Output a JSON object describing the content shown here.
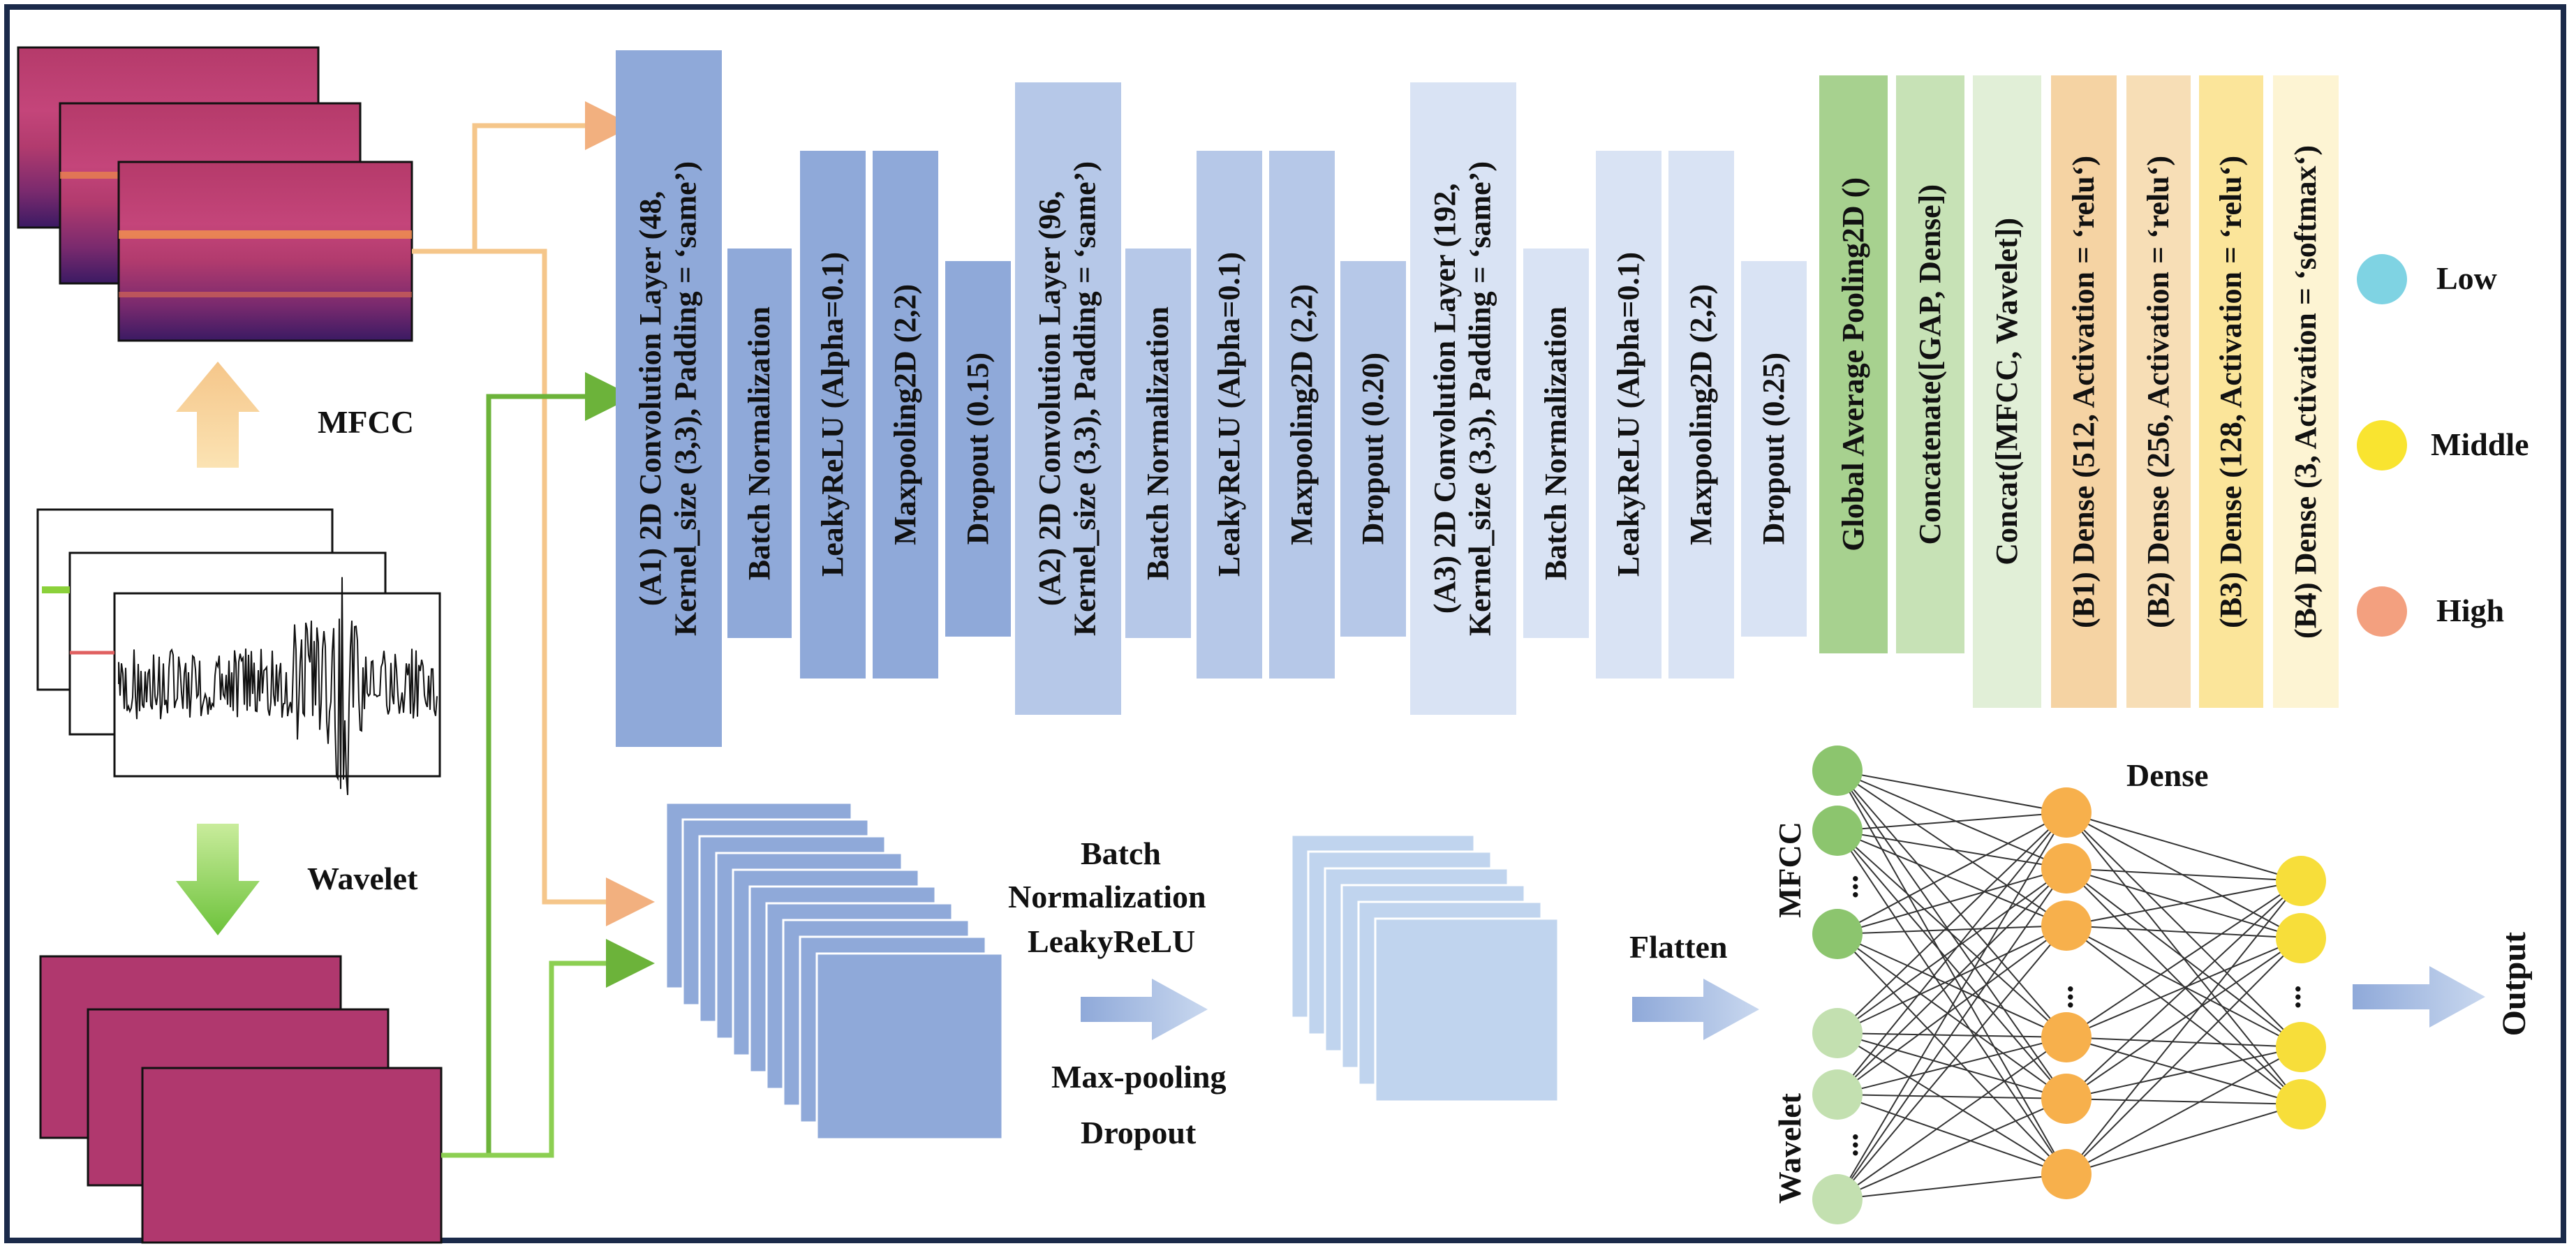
{
  "inputs": {
    "mfcc_label": "MFCC",
    "wavelet_label": "Wavelet"
  },
  "cnn_layers": [
    {
      "text": "(A1) 2D Convolution Layer (48,\nKernel_size (3,3), Padding = ‘same’)",
      "color": "#8fa9d9"
    },
    {
      "text": "Batch Normalization",
      "color": "#8fa9d9"
    },
    {
      "text": "LeakyReLU (Alpha=0.1)",
      "color": "#8fa9d9"
    },
    {
      "text": "Maxpooling2D (2,2)",
      "color": "#8fa9d9"
    },
    {
      "text": "Dropout (0.15)",
      "color": "#8fa9d9"
    },
    {
      "text": "(A2) 2D Convolution Layer (96,\nKernel_size (3,3), Padding = ‘same’)",
      "color": "#b6c8e8"
    },
    {
      "text": "Batch Normalization",
      "color": "#b6c8e8"
    },
    {
      "text": "LeakyReLU (Alpha=0.1)",
      "color": "#b6c8e8"
    },
    {
      "text": "Maxpooling2D (2,2)",
      "color": "#b6c8e8"
    },
    {
      "text": "Dropout (0.20)",
      "color": "#b6c8e8"
    },
    {
      "text": "(A3) 2D Convolution Layer (192,\nKernel_size (3,3), Padding = ‘same’)",
      "color": "#d9e3f4"
    },
    {
      "text": "Batch Normalization",
      "color": "#d9e3f4"
    },
    {
      "text": "LeakyReLU (Alpha=0.1)",
      "color": "#d9e3f4"
    },
    {
      "text": "Maxpooling2D (2,2)",
      "color": "#d9e3f4"
    },
    {
      "text": "Dropout (0.25)",
      "color": "#d9e3f4"
    }
  ],
  "head_layers": [
    {
      "text": "Global Average Pooling2D ()",
      "color": "#a7d18f"
    },
    {
      "text": "Concatenate([GAP, Dense])",
      "color": "#c7e2b6"
    },
    {
      "text": "Concat([MFCC, Wavelet])",
      "color": "#e1efd7"
    },
    {
      "text": "(B1) Dense (512, Activation = ‘relu‘)",
      "color": "#f5d3a3"
    },
    {
      "text": "(B2) Dense (256, Activation = ‘relu‘)",
      "color": "#f7deb6"
    },
    {
      "text": "(B3) Dense (128, Activation = ‘relu‘)",
      "color": "#fbe59a"
    },
    {
      "text": "(B4) Dense (3, Activation = ‘softmax‘)",
      "color": "#fdf4d3"
    }
  ],
  "legend": [
    {
      "label": "Low",
      "color": "#7fd3e3"
    },
    {
      "label": "Middle",
      "color": "#f9e430"
    },
    {
      "label": "High",
      "color": "#f3a07f"
    }
  ],
  "bottom": {
    "batch_norm": "Batch",
    "batch_norm2": "Normalization",
    "leaky": "LeakyReLU",
    "maxpool": "Max-pooling",
    "dropout": "Dropout",
    "flatten": "Flatten",
    "dense": "Dense",
    "mfcc": "MFCC",
    "wavelet": "Wavelet",
    "output": "Output",
    "dots": "..."
  }
}
